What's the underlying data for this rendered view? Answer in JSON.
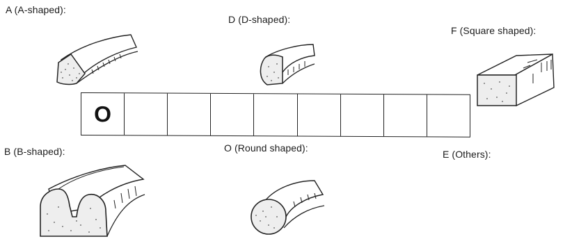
{
  "labels": {
    "a": "A (A-shaped):",
    "d": "D (D-shaped):",
    "f": "F (Square shaped):",
    "b": "B (B-shaped):",
    "o": "O (Round shaped):",
    "e": "E (Others):"
  },
  "grid": {
    "cells": [
      "O",
      "",
      "",
      "",
      "",
      "",
      "",
      "",
      ""
    ]
  },
  "icons": {
    "a": "a-shaped-gasket-icon",
    "d": "d-shaped-gasket-icon",
    "f": "square-shaped-gasket-icon",
    "b": "b-shaped-gasket-icon",
    "o": "round-shaped-gasket-icon"
  }
}
